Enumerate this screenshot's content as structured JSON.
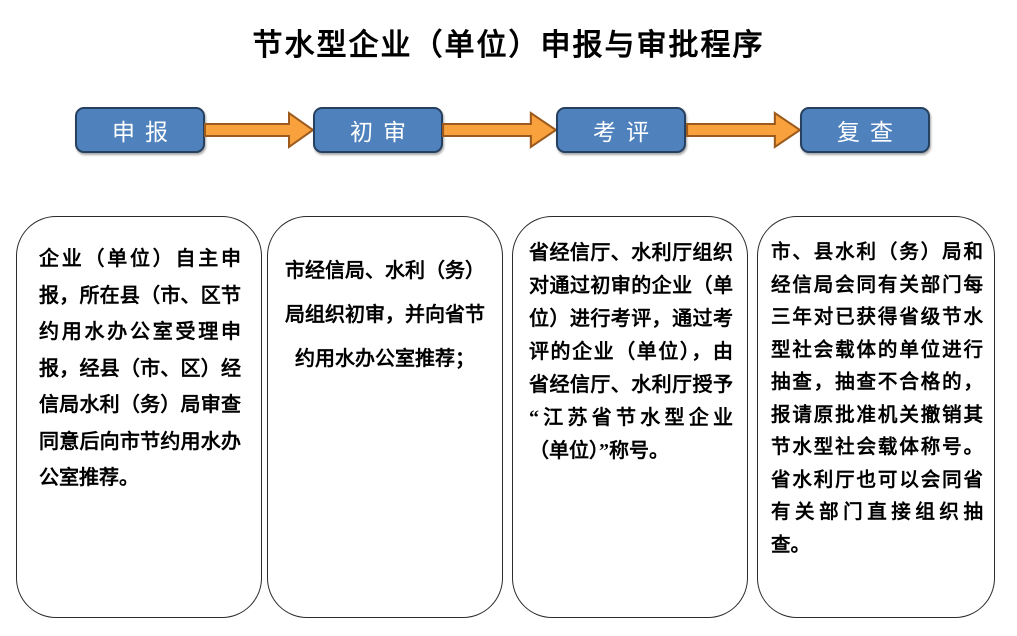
{
  "title": "节水型企业（单位）申报与审批程序",
  "flow": {
    "steps": [
      {
        "label": "申报"
      },
      {
        "label": "初审"
      },
      {
        "label": "考评"
      },
      {
        "label": "复查"
      }
    ],
    "arrow_icon": "right-block-arrow"
  },
  "descriptions": [
    {
      "text": "企业（单位）自主申报，所在县（市、区节约用水办公室受理申报，经县（市、区）经信局水利（务）局审查同意后向市节约用水办公室推荐。"
    },
    {
      "text": "市经信局、水利（务）局组织初审，并向省节约用水办公室推荐；"
    },
    {
      "text": "省经信厅、水利厅组织对通过初审的企业（单位）进行考评，通过考评的企业（单位），由省经信厅、水利厅授予“江苏省节水型企业（单位）”称号。"
    },
    {
      "text": "市、县水利（务）局和经信局会同有关部门每三年对已获得省级节水型社会载体的单位进行抽查，抽查不合格的，报请原批准机关撤销其节水型社会载体称号。省水利厅也可以会同省有关部门直接组织抽查。"
    }
  ],
  "colors": {
    "step_fill": "#4F81BD",
    "step_border": "#26405F",
    "step_text": "#FFFFFF",
    "arrow_fill": "#F9A13C",
    "arrow_border": "#9C5B1D",
    "desc_border": "#2B2B2B",
    "text": "#000000",
    "background": "#FFFFFF"
  }
}
